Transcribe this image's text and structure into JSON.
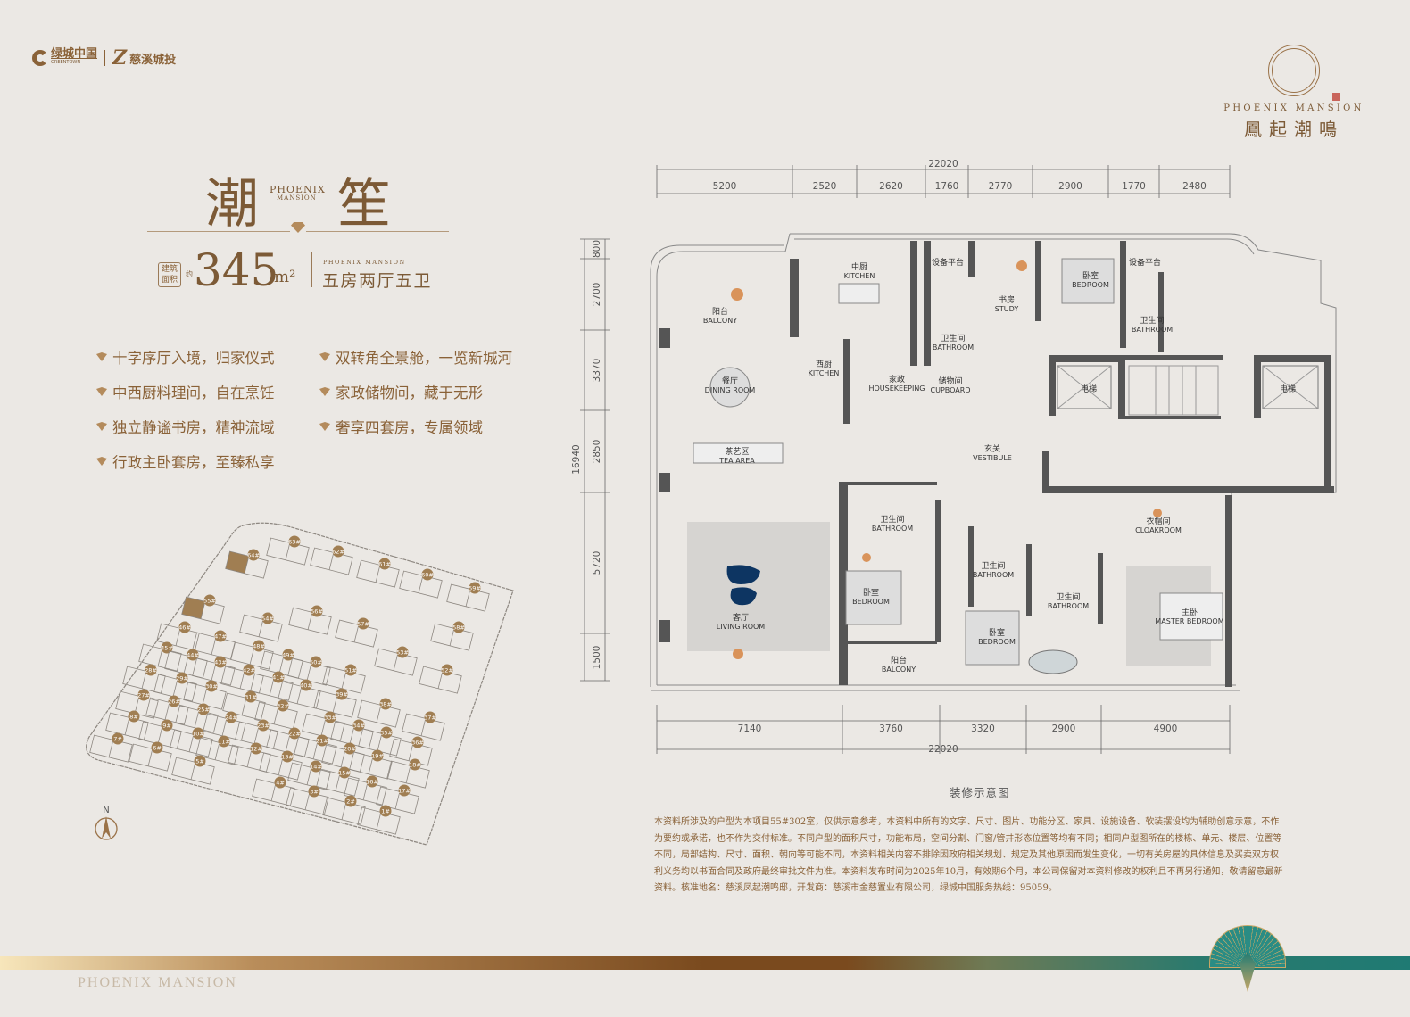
{
  "logos": {
    "greentown_cn": "绿城中国",
    "greentown_en": "GREENTOWN",
    "cixi": "慈溪城投"
  },
  "brand": {
    "en": "PHOENIX MANSION",
    "cn": "鳳起潮鳴"
  },
  "title": {
    "char1": "潮",
    "char2": "笙",
    "en1": "PHOENIX",
    "en2": "MANSION"
  },
  "area": {
    "label1": "建筑",
    "label2": "面积",
    "approx": "约",
    "value": "345",
    "unit": "m²",
    "sub_en": "PHOENIX MANSION",
    "layout": "五房两厅五卫"
  },
  "features": [
    "十字序厅入境，归家仪式",
    "双转角全景舱，一览新城河",
    "中西厨料理间，自在烹饪",
    "家政储物间，藏于无形",
    "独立静谧书房，精神流域",
    "奢享四套房，专属领域",
    "行政主卧套房，至臻私享"
  ],
  "site_plan": {
    "north": "N",
    "highlight": [
      "64#",
      "55#"
    ],
    "buildings": [
      "63#",
      "62#",
      "61#",
      "60#",
      "59#",
      "64#",
      "55#",
      "56#",
      "54#",
      "57#",
      "58#",
      "46#",
      "47#",
      "48#",
      "45#",
      "44#",
      "43#",
      "49#",
      "50#",
      "53#",
      "28#",
      "42#",
      "29#",
      "51#",
      "52#",
      "41#",
      "30#",
      "40#",
      "27#",
      "31#",
      "39#",
      "26#",
      "32#",
      "38#",
      "25#",
      "8#",
      "33#",
      "37#",
      "24#",
      "9#",
      "23#",
      "34#",
      "10#",
      "22#",
      "35#",
      "7#",
      "11#",
      "21#",
      "36#",
      "6#",
      "12#",
      "20#",
      "19#",
      "5#",
      "13#",
      "18#",
      "14#",
      "15#",
      "16#",
      "4#",
      "17#",
      "3#",
      "2#",
      "1#"
    ]
  },
  "floorplan": {
    "caption": "装修示意图",
    "top_total": "22020",
    "top_dims": [
      "5200",
      "2520",
      "2620",
      "1760",
      "2770",
      "2900",
      "1770",
      "2480"
    ],
    "left_total": "16940",
    "left_dims": [
      "800",
      "2700",
      "3370",
      "2850",
      "5720",
      "1500"
    ],
    "bottom_total": "22020",
    "bottom_dims": [
      "7140",
      "3760",
      "3320",
      "2900",
      "4900"
    ],
    "rooms": [
      {
        "cn": "中厨",
        "en": "KITCHEN"
      },
      {
        "cn": "设备平台",
        "en": ""
      },
      {
        "cn": "书房",
        "en": "STUDY"
      },
      {
        "cn": "卧室",
        "en": "BEDROOM"
      },
      {
        "cn": "设备平台",
        "en": ""
      },
      {
        "cn": "卫生间",
        "en": "BATHROOM"
      },
      {
        "cn": "阳台",
        "en": "BALCONY"
      },
      {
        "cn": "卫生间",
        "en": "BATHROOM"
      },
      {
        "cn": "餐厅",
        "en": "DINING ROOM"
      },
      {
        "cn": "西厨",
        "en": "KITCHEN"
      },
      {
        "cn": "家政",
        "en": "HOUSEKEEPING"
      },
      {
        "cn": "储物间",
        "en": "CUPBOARD"
      },
      {
        "cn": "电梯",
        "en": ""
      },
      {
        "cn": "电梯",
        "en": ""
      },
      {
        "cn": "玄关",
        "en": "VESTIBULE"
      },
      {
        "cn": "茶艺区",
        "en": "TEA AREA"
      },
      {
        "cn": "卫生间",
        "en": "BATHROOM"
      },
      {
        "cn": "衣帽间",
        "en": "CLOAKROOM"
      },
      {
        "cn": "卫生间",
        "en": "BATHROOM"
      },
      {
        "cn": "卧室",
        "en": "BEDROOM"
      },
      {
        "cn": "卫生间",
        "en": "BATHROOM"
      },
      {
        "cn": "客厅",
        "en": "LIVING ROOM"
      },
      {
        "cn": "主卧",
        "en": "MASTER BEDROOM"
      },
      {
        "cn": "卧室",
        "en": "BEDROOM"
      },
      {
        "cn": "阳台",
        "en": "BALCONY"
      }
    ]
  },
  "disclaimer": "本资料所涉及的户型为本项目55#302室，仅供示意参考，本资料中所有的文字、尺寸、图片、功能分区、家具、设施设备、软装摆设均为辅助创意示意，不作为要约或承诺，也不作为交付标准。不同户型的面积尺寸，功能布局，空间分割、门窗/管井形态位置等均有不同；相同户型图所在的楼栋、单元、楼层、位置等不同，局部结构、尺寸、面积、朝向等可能不同，本资料相关内容不排除因政府相关规划、规定及其他原因而发生变化，一切有关房屋的具体信息及买卖双方权利义务均以书面合同及政府最终审批文件为准。本资料发布时间为2025年10月，有效期6个月，本公司保留对本资料修改的权利且不再另行通知，敬请留意最新资料。核准地名：慈溪凤起潮鸣邸，开发商：慈溪市金慈置业有限公司，绿城中国服务热线：95059。",
  "footer": {
    "brand": "PHOENIX MANSION"
  },
  "colors": {
    "background": "#ebe8e4",
    "gold": "#7c5a36",
    "accent": "#b48b5c",
    "teal": "#1f7a73"
  }
}
